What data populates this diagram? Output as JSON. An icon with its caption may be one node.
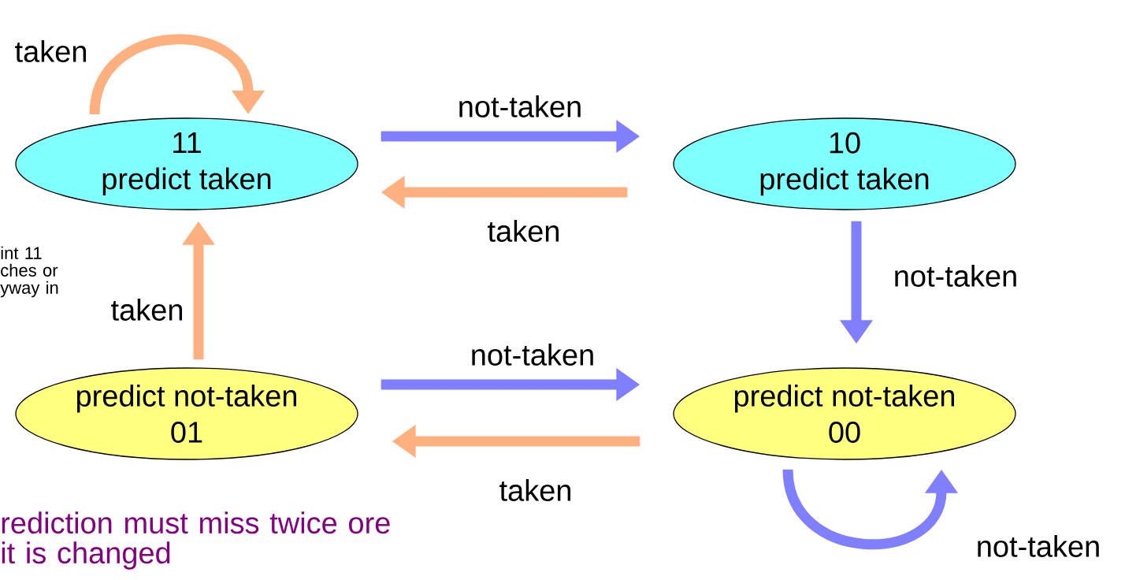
{
  "diagram": {
    "nodes": [
      {
        "text": [
          "11",
          "predict taken"
        ]
      },
      {
        "text": [
          "10",
          "predict taken"
        ]
      },
      {
        "text": [
          "predict not-taken",
          "01"
        ]
      },
      {
        "text": [
          "predict not-taken",
          "00"
        ]
      }
    ],
    "edges": [
      {
        "from": 0,
        "to": 0,
        "arrow": "to",
        "label": "taken",
        "color": "#ffb07f"
      },
      {
        "from": 0,
        "to": 1,
        "arrow": "to",
        "label": "not-taken",
        "color": "#8080ff"
      },
      {
        "from": 1,
        "to": 0,
        "arrow": "to",
        "label": "taken",
        "color": "#ffb07f"
      },
      {
        "from": 1,
        "to": 3,
        "arrow": "to",
        "label": "not-taken",
        "color": "#8080ff"
      },
      {
        "from": 2,
        "to": 0,
        "arrow": "to",
        "label": "taken",
        "color": "#ffb07f"
      },
      {
        "from": 2,
        "to": 3,
        "arrow": "to",
        "label": "not-taken",
        "color": "#8080ff"
      },
      {
        "from": 3,
        "to": 2,
        "arrow": "to",
        "label": "taken",
        "color": "#ffb07f"
      },
      {
        "from": 3,
        "to": 3,
        "arrow": "to",
        "label": "not-taken",
        "color": "#8080ff"
      }
    ],
    "labels": [
      "int 11 ches or yway in",
      "rediction must miss twice ore it is changed"
    ]
  }
}
